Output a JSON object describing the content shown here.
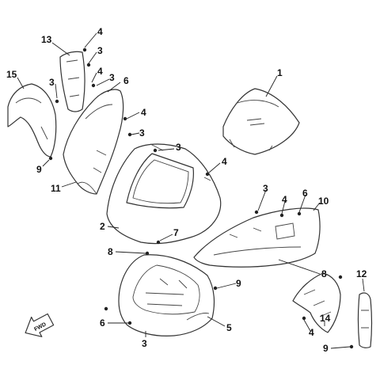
{
  "diagram": {
    "direction_label": "FWD",
    "callouts": [
      {
        "id": "c-13",
        "text": "13"
      },
      {
        "id": "c-4a",
        "text": "4"
      },
      {
        "id": "c-3a",
        "text": "3"
      },
      {
        "id": "c-4b",
        "text": "4"
      },
      {
        "id": "c-3b",
        "text": "3"
      },
      {
        "id": "c-6a",
        "text": "6"
      },
      {
        "id": "c-15",
        "text": "15"
      },
      {
        "id": "c-3c",
        "text": "3"
      },
      {
        "id": "c-1",
        "text": "1"
      },
      {
        "id": "c-4c",
        "text": "4"
      },
      {
        "id": "c-3d",
        "text": "3"
      },
      {
        "id": "c-9a",
        "text": "9"
      },
      {
        "id": "c-3e",
        "text": "3"
      },
      {
        "id": "c-4d",
        "text": "4"
      },
      {
        "id": "c-11",
        "text": "11"
      },
      {
        "id": "c-3f",
        "text": "3"
      },
      {
        "id": "c-4e",
        "text": "4"
      },
      {
        "id": "c-6b",
        "text": "6"
      },
      {
        "id": "c-10",
        "text": "10"
      },
      {
        "id": "c-2",
        "text": "2"
      },
      {
        "id": "c-7",
        "text": "7"
      },
      {
        "id": "c-8a",
        "text": "8"
      },
      {
        "id": "c-8b",
        "text": "8"
      },
      {
        "id": "c-12",
        "text": "12"
      },
      {
        "id": "c-9b",
        "text": "9"
      },
      {
        "id": "c-6c",
        "text": "6"
      },
      {
        "id": "c-5",
        "text": "5"
      },
      {
        "id": "c-3g",
        "text": "3"
      },
      {
        "id": "c-14",
        "text": "14"
      },
      {
        "id": "c-4f",
        "text": "4"
      },
      {
        "id": "c-9c",
        "text": "9"
      }
    ]
  }
}
